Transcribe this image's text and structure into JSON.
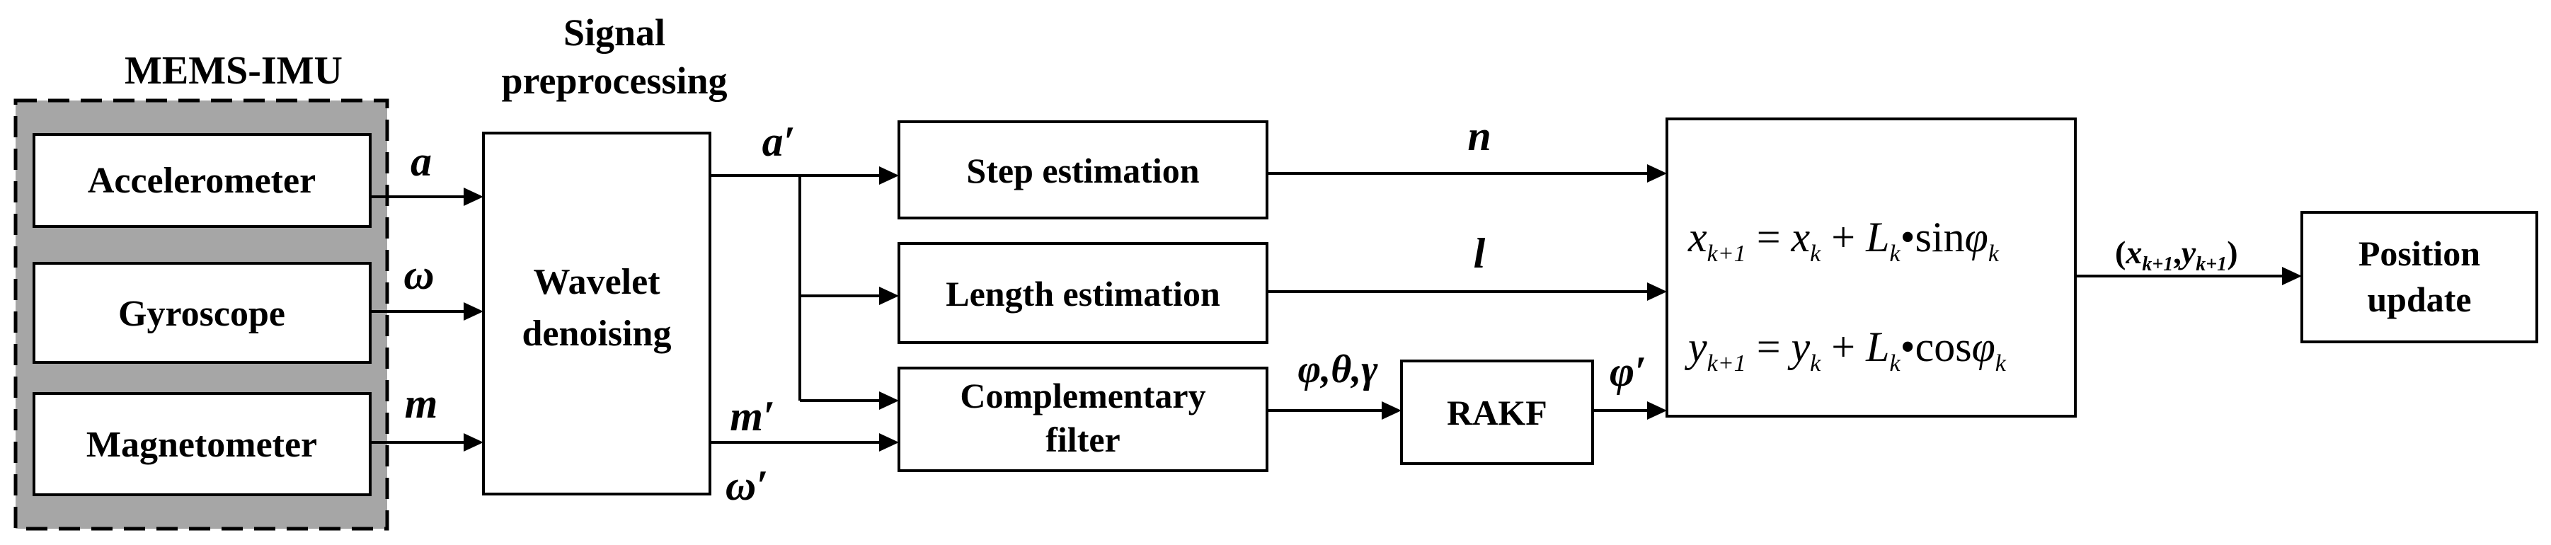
{
  "group": {
    "title": "MEMS-IMU"
  },
  "sensors": {
    "accelerometer": "Accelerometer",
    "gyroscope": "Gyroscope",
    "magnetometer": "Magnetometer"
  },
  "preprocessing": {
    "title_line1": "Signal",
    "title_line2": "preprocessing",
    "box_line1": "Wavelet",
    "box_line2": "denoising"
  },
  "signals": {
    "a": "a",
    "omega": "ω",
    "m": "m",
    "a_prime": "a′",
    "m_prime": "m′",
    "omega_prime": "ω′",
    "n": "n",
    "l": "l",
    "angles": "φ,θ,γ",
    "phi_prime": "φ′",
    "xy_prefix": "(",
    "xy_x": "x",
    "xy_x_sub": "k+1",
    "xy_comma": ",",
    "xy_y": "y",
    "xy_y_sub": "k+1",
    "xy_suffix": ")"
  },
  "blocks": {
    "step": "Step estimation",
    "length": "Length estimation",
    "comp_line1": "Complementary",
    "comp_line2": "filter",
    "rakf": "RAKF",
    "position_line1": "Position",
    "position_line2": "update"
  },
  "equations": {
    "eq1": {
      "lhs": "x",
      "lhs_sub": "k+1",
      "eq": " = ",
      "t1": "x",
      "t1_sub": "k",
      "plus": " + ",
      "L": "L",
      "L_sub": "k",
      "dot": "•",
      "fn": "sin",
      "phi": "φ",
      "phi_sub": "k"
    },
    "eq2": {
      "lhs": "y",
      "lhs_sub": "k+1",
      "eq": " = ",
      "t1": "y",
      "t1_sub": "k",
      "plus": " + ",
      "L": "L",
      "L_sub": "k",
      "dot": "•",
      "fn": "cos",
      "phi": "φ",
      "phi_sub": "k"
    }
  }
}
